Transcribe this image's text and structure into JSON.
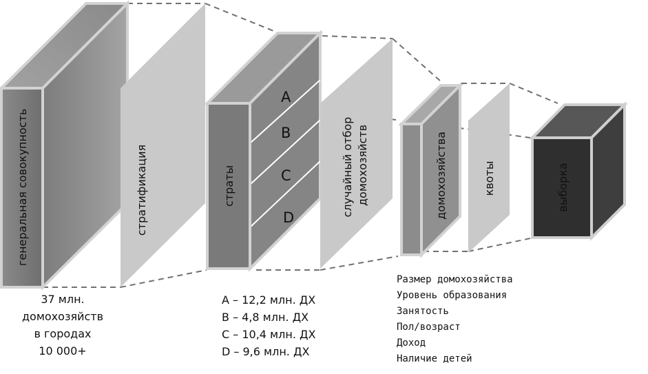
{
  "blocks": {
    "population": "генеральная совокупность",
    "stratification": "стратификация",
    "strata": "страты",
    "random_selection_line1": "случайный отбор",
    "random_selection_line2": "домохозяйств",
    "households": "домохозяйства",
    "quotas": "квоты",
    "sample": "выборка"
  },
  "strata_letters": [
    "A",
    "B",
    "C",
    "D"
  ],
  "population_caption": [
    "37 млн.",
    "домохозяйств",
    "в городах",
    "10 000+"
  ],
  "strata_caption": [
    "A – 12,2 млн. ДХ",
    "B – 4,8 млн. ДХ",
    "C – 10,4 млн. ДХ",
    "D – 9,6 млн. ДХ"
  ],
  "quota_caption": [
    "Размер домохозяйства",
    "Уровень образования",
    "Занятость",
    "Пол/возраст",
    "Доход",
    "Наличие детей"
  ]
}
